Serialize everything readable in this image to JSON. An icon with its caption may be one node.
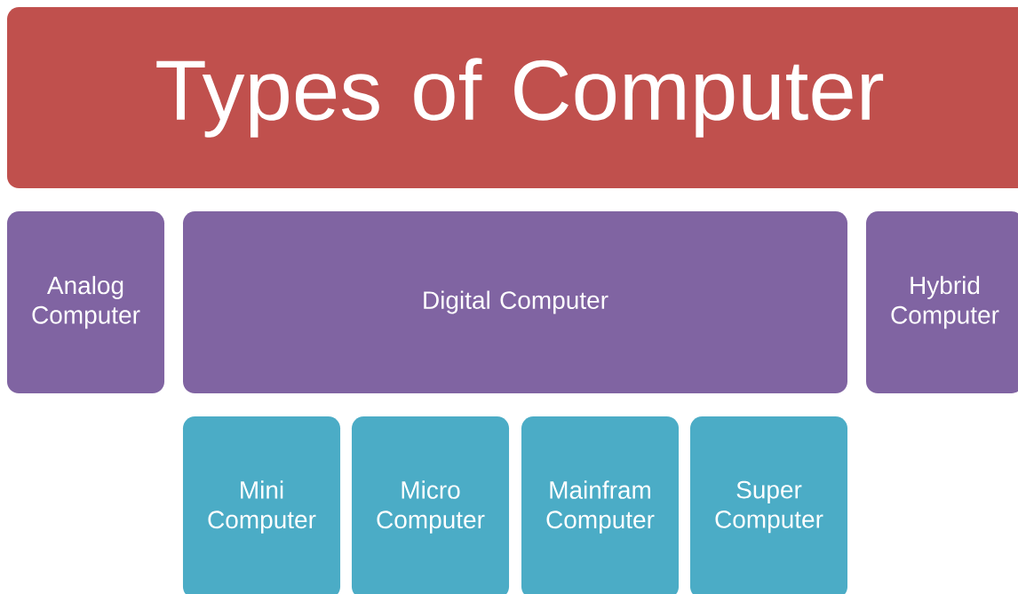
{
  "diagram": {
    "nodes": [
      {
        "text": [
          "Types of Computer"
        ]
      },
      {
        "text": [
          "Analog Computer"
        ]
      },
      {
        "text": [
          "Digital Computer"
        ]
      },
      {
        "text": [
          "Hybrid Computer"
        ]
      },
      {
        "text": [
          "Mini Computer"
        ]
      },
      {
        "text": [
          "Micro Computer"
        ]
      },
      {
        "text": [
          "Mainfram Computer"
        ]
      },
      {
        "text": [
          "Super Computer"
        ]
      }
    ]
  }
}
